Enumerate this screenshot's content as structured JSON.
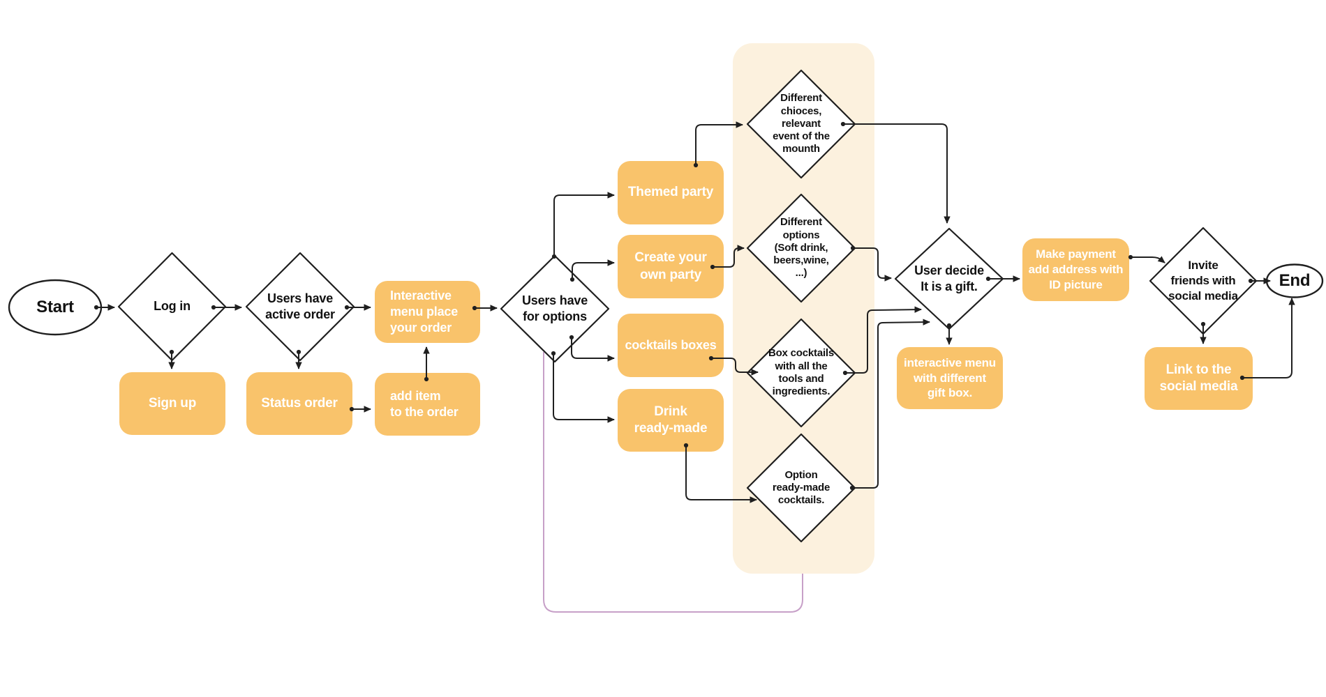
{
  "diagram": {
    "type": "flowchart",
    "background": "#FFFFFF",
    "colors": {
      "process_box_fill": "#F9C36B",
      "process_box_text": "#FFFFFF",
      "decision_fill": "#FFFFFF",
      "decision_text": "#111111",
      "shape_stroke": "#1F1F1F",
      "group_panel_fill": "#FCF1DE",
      "connector": "#1F1F1F",
      "loop_connector": "#C7A0C8"
    },
    "nodes": {
      "start": {
        "shape": "terminator",
        "label": "Start"
      },
      "log_in": {
        "shape": "decision",
        "label": "Log in"
      },
      "sign_up": {
        "shape": "process",
        "label": "Sign up"
      },
      "users_have_active_order": {
        "shape": "decision",
        "label": "Users have\nactive order"
      },
      "status_order": {
        "shape": "process",
        "label": "Status order"
      },
      "interactive_menu": {
        "shape": "process",
        "label": "Interactive\nmenu place\nyour order"
      },
      "add_item": {
        "shape": "process",
        "label": "add item\nto the order"
      },
      "users_have_for_options": {
        "shape": "decision",
        "label": "Users have\nfor options"
      },
      "themed_party": {
        "shape": "process",
        "label": "Themed party"
      },
      "create_your_own_party": {
        "shape": "process",
        "label": "Create your\nown party"
      },
      "cocktails_boxes": {
        "shape": "process",
        "label": "cocktails boxes"
      },
      "drink_ready_made": {
        "shape": "process",
        "label": "Drink\nready-made"
      },
      "different_chioces": {
        "shape": "decision",
        "label": "Different\nchioces,\nrelevant\nevent of the\nmounth"
      },
      "different_options": {
        "shape": "decision",
        "label": "Different\noptions\n(Soft drink,\nbeers,wine,\n...)"
      },
      "box_cocktails": {
        "shape": "decision",
        "label": "Box cocktails\nwith all the\ntools and\ningredients."
      },
      "option_ready_made_cocktails": {
        "shape": "decision",
        "label": "Option\nready-made\ncocktails."
      },
      "user_decide_gift": {
        "shape": "decision",
        "label": "User decide\nIt is a gift."
      },
      "make_payment": {
        "shape": "process",
        "label": "Make payment\nadd address with\nID picture"
      },
      "interactive_menu_gift_box": {
        "shape": "process",
        "label": "interactive menu\nwith different\ngift box."
      },
      "invite_friends": {
        "shape": "decision",
        "label": "Invite\nfriends with\nsocial media"
      },
      "link_to_social_media": {
        "shape": "process",
        "label": "Link to the\nsocial media"
      },
      "end": {
        "shape": "terminator",
        "label": "End"
      }
    },
    "edges": [
      {
        "from": "start",
        "to": "log_in"
      },
      {
        "from": "log_in",
        "to": "sign_up"
      },
      {
        "from": "log_in",
        "to": "users_have_active_order"
      },
      {
        "from": "users_have_active_order",
        "to": "status_order"
      },
      {
        "from": "users_have_active_order",
        "to": "interactive_menu"
      },
      {
        "from": "status_order",
        "to": "add_item"
      },
      {
        "from": "add_item",
        "to": "interactive_menu"
      },
      {
        "from": "interactive_menu",
        "to": "users_have_for_options"
      },
      {
        "from": "users_have_for_options",
        "to": "themed_party"
      },
      {
        "from": "users_have_for_options",
        "to": "create_your_own_party"
      },
      {
        "from": "users_have_for_options",
        "to": "cocktails_boxes"
      },
      {
        "from": "users_have_for_options",
        "to": "drink_ready_made"
      },
      {
        "from": "themed_party",
        "to": "different_chioces"
      },
      {
        "from": "different_chioces",
        "to": "user_decide_gift"
      },
      {
        "from": "create_your_own_party",
        "to": "different_options"
      },
      {
        "from": "different_options",
        "to": "user_decide_gift"
      },
      {
        "from": "cocktails_boxes",
        "to": "box_cocktails"
      },
      {
        "from": "box_cocktails",
        "to": "user_decide_gift"
      },
      {
        "from": "drink_ready_made",
        "to": "option_ready_made_cocktails"
      },
      {
        "from": "option_ready_made_cocktails",
        "to": "user_decide_gift"
      },
      {
        "from": "user_decide_gift",
        "to": "interactive_menu_gift_box"
      },
      {
        "from": "user_decide_gift",
        "to": "make_payment"
      },
      {
        "from": "make_payment",
        "to": "invite_friends"
      },
      {
        "from": "invite_friends",
        "to": "end"
      },
      {
        "from": "invite_friends",
        "to": "link_to_social_media"
      },
      {
        "from": "link_to_social_media",
        "to": "end"
      },
      {
        "from": "users_have_for_options",
        "to": "option_ready_made_cocktails",
        "style": "loop"
      }
    ]
  }
}
